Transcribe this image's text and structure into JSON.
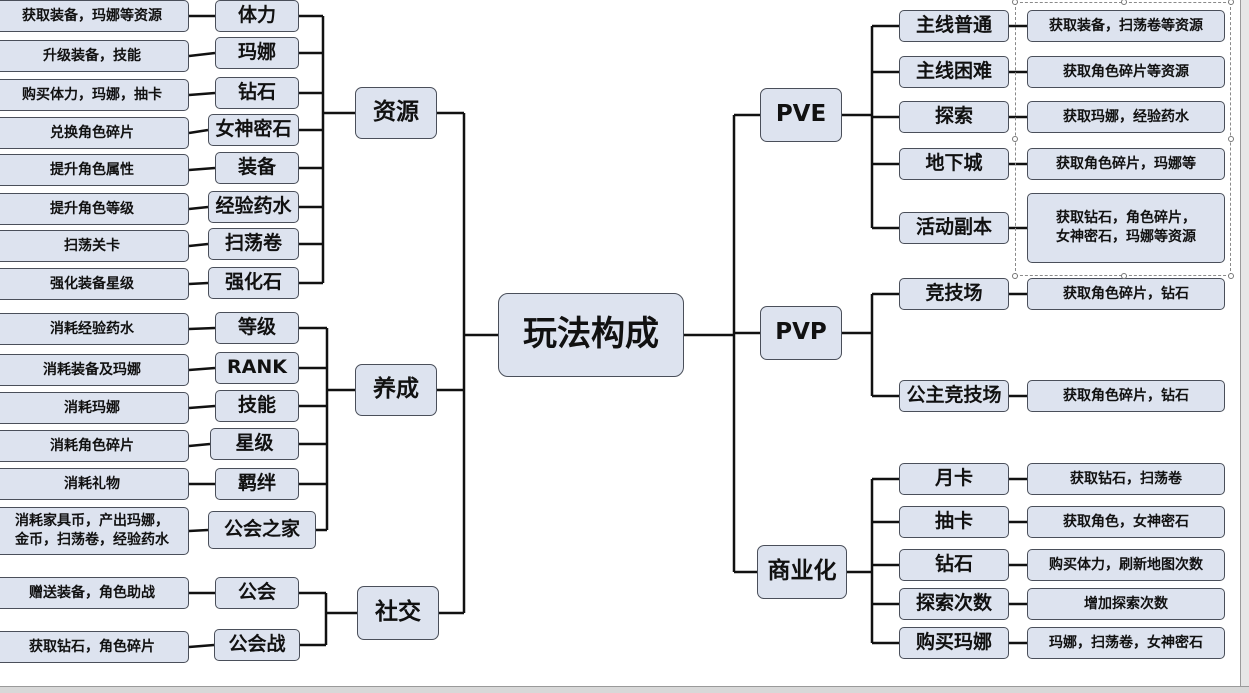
{
  "root": "玩法构成",
  "left": [
    {
      "label": "资源",
      "children": [
        {
          "label": "体力",
          "desc": "获取装备，玛娜等资源"
        },
        {
          "label": "玛娜",
          "desc": "升级装备，技能"
        },
        {
          "label": "钻石",
          "desc": "购买体力，玛娜，抽卡"
        },
        {
          "label": "女神密石",
          "desc": "兑换角色碎片"
        },
        {
          "label": "装备",
          "desc": "提升角色属性"
        },
        {
          "label": "经验药水",
          "desc": "提升角色等级"
        },
        {
          "label": "扫荡卷",
          "desc": "扫荡关卡"
        },
        {
          "label": "强化石",
          "desc": "强化装备星级"
        }
      ]
    },
    {
      "label": "养成",
      "children": [
        {
          "label": "等级",
          "desc": "消耗经验药水"
        },
        {
          "label": "RANK",
          "desc": "消耗装备及玛娜"
        },
        {
          "label": "技能",
          "desc": "消耗玛娜"
        },
        {
          "label": "星级",
          "desc": "消耗角色碎片"
        },
        {
          "label": "羁绊",
          "desc": "消耗礼物"
        },
        {
          "label": "公会之家",
          "desc": "消耗家具币，产出玛娜，\n金币，扫荡卷，经验药水"
        }
      ]
    },
    {
      "label": "社交",
      "children": [
        {
          "label": "公会",
          "desc": "赠送装备，角色助战"
        },
        {
          "label": "公会战",
          "desc": "获取钻石，角色碎片"
        }
      ]
    }
  ],
  "right": [
    {
      "label": "PVE",
      "children": [
        {
          "label": "主线普通",
          "desc": "获取装备，扫荡卷等资源"
        },
        {
          "label": "主线困难",
          "desc": "获取角色碎片等资源"
        },
        {
          "label": "探索",
          "desc": "获取玛娜，经验药水"
        },
        {
          "label": "地下城",
          "desc": "获取角色碎片，玛娜等"
        },
        {
          "label": "活动副本",
          "desc": "获取钻石，角色碎片，\n女神密石，玛娜等资源"
        }
      ]
    },
    {
      "label": "PVP",
      "children": [
        {
          "label": "竞技场",
          "desc": "获取角色碎片，钻石"
        },
        {
          "label": "公主竞技场",
          "desc": "获取角色碎片，钻石"
        }
      ]
    },
    {
      "label": "商业化",
      "children": [
        {
          "label": "月卡",
          "desc": "获取钻石，扫荡卷"
        },
        {
          "label": "抽卡",
          "desc": "获取角色，女神密石"
        },
        {
          "label": "钻石",
          "desc": "购买体力，刷新地图次数"
        },
        {
          "label": "探索次数",
          "desc": "增加探索次数"
        },
        {
          "label": "购买玛娜",
          "desc": "玛娜，扫荡卷，女神密石"
        }
      ]
    }
  ]
}
